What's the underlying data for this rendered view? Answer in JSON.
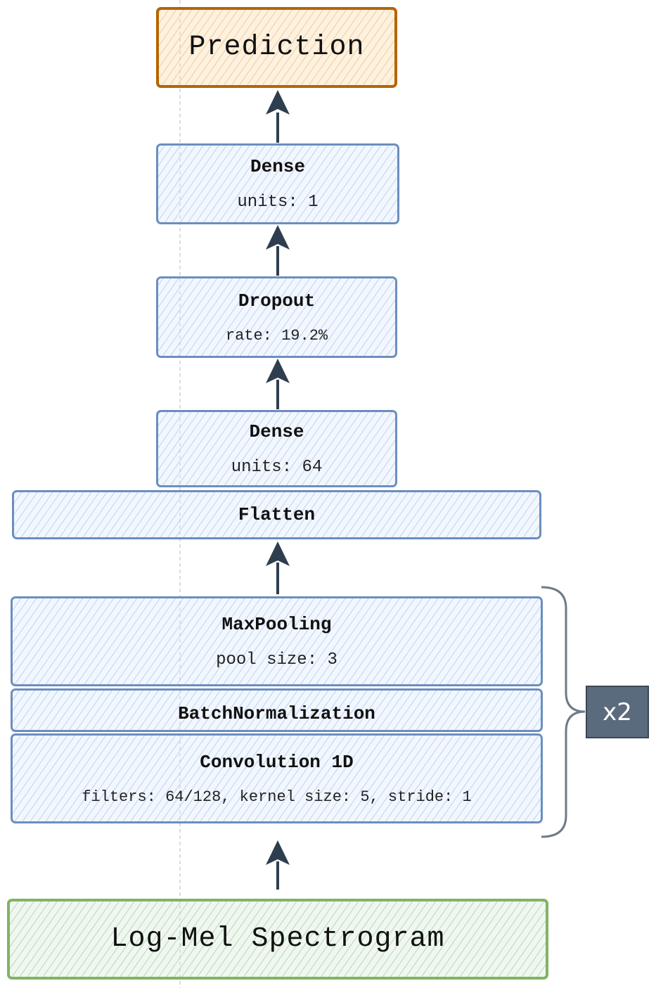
{
  "diagram": {
    "output": "Prediction",
    "dense_out": {
      "title": "Dense",
      "param": "units: 1"
    },
    "dropout": {
      "title": "Dropout",
      "param": "rate: 19.2%"
    },
    "dense_hidden": {
      "title": "Dense",
      "param": "units: 64"
    },
    "flatten": {
      "title": "Flatten"
    },
    "maxpool": {
      "title": "MaxPooling",
      "param": "pool size: 3"
    },
    "batchnorm": {
      "title": "BatchNormalization"
    },
    "conv": {
      "title": "Convolution 1D",
      "param": "filters: 64/128, kernel size: 5, stride: 1"
    },
    "input": "Log-Mel Spectrogram",
    "repeat": "x2"
  },
  "colors": {
    "layer_border": "#6c8ebf",
    "input_border": "#82b366",
    "output_border": "#b46504",
    "arrow": "#2f3e4e",
    "repeat_badge": "#5b6b7e"
  }
}
